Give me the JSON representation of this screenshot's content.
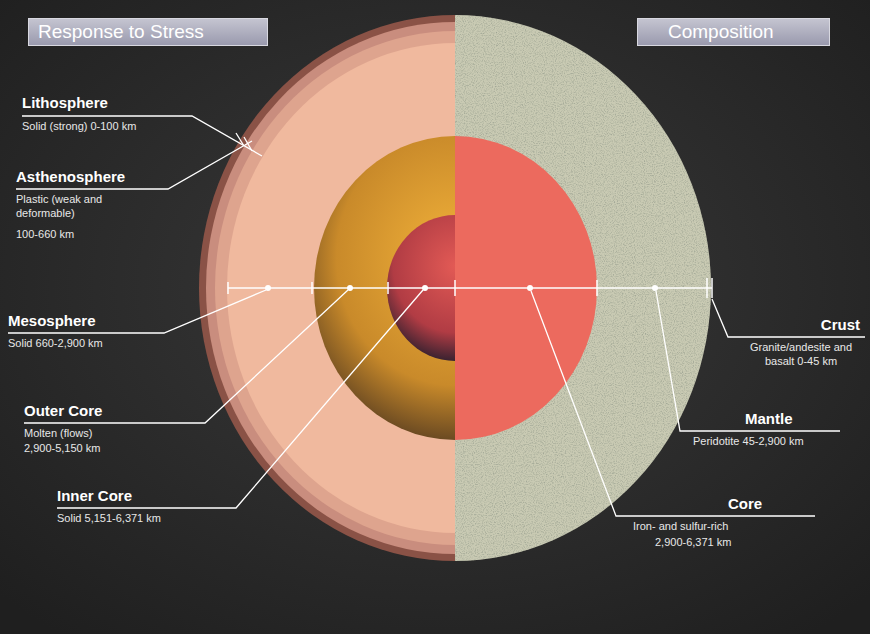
{
  "diagram": {
    "nodes": [
      {
        "text": [
          "Response to Stress"
        ]
      },
      {
        "text": [
          "Composition"
        ]
      }
    ],
    "labels": [
      "Lithosphere",
      "Solid (strong) 0-100 km",
      "Asthenosphere",
      "Plastic (weak and deformable)",
      "100-660 km",
      "Mesosphere",
      "Solid 660-2,900 km",
      "Outer Core",
      "Molten (flows)",
      "2,900-5,150 km",
      "Inner Core",
      "Solid 5,151-6,371 km",
      "Crust",
      "Granite/andesite and basalt 0-45 km",
      "Mantle",
      "Peridotite 45-2,900 km",
      "Core",
      "Iron- and sulfur-rich",
      "2,900-6,371 km"
    ]
  }
}
